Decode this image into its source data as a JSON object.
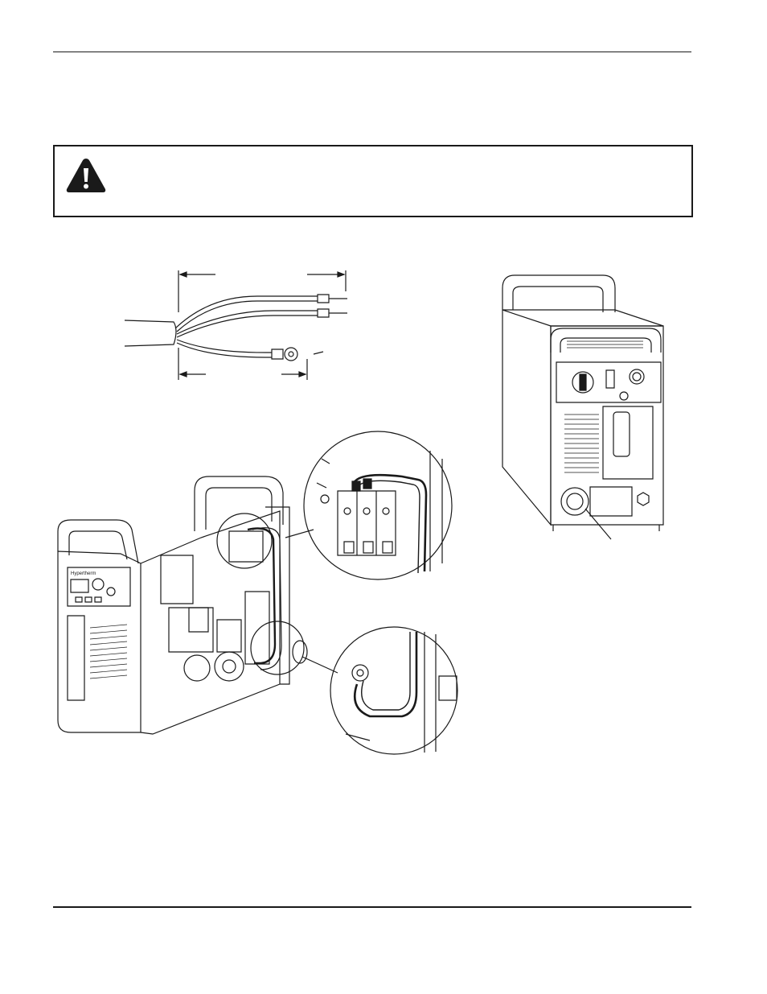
{
  "page": {
    "header_rule": true,
    "footer_rule": true
  },
  "warning": {
    "icon": "warning-triangle-icon",
    "text": ""
  },
  "figures": {
    "cable": {
      "icon": "power-cable-wires-diagram",
      "labels": []
    },
    "back_view": {
      "icon": "plasma-cutter-back-view",
      "labels": []
    },
    "open_view": {
      "icon": "plasma-cutter-open-side-view",
      "brand_mark": "Hypertherm",
      "labels": []
    }
  },
  "colors": {
    "ink": "#1a1a1a",
    "paper": "#ffffff"
  }
}
